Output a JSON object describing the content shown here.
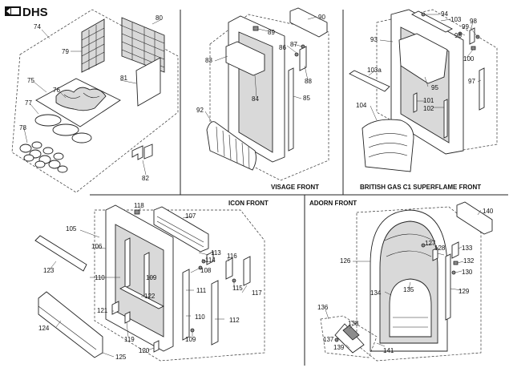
{
  "logo": {
    "text": "DHS",
    "color": "#111111"
  },
  "sections": {
    "visage": "VISAGE FRONT",
    "british_gas": "BRITISH GAS C1 SUPERFLAME FRONT",
    "icon": "ICON FRONT",
    "adorn": "ADORN FRONT"
  },
  "parts": {
    "p74": "74",
    "p75": "75",
    "p76": "76",
    "p77": "77",
    "p78": "78",
    "p79": "79",
    "p80": "80",
    "p81": "81",
    "p82": "82",
    "p83": "83",
    "p84": "84",
    "p85": "85",
    "p86": "86",
    "p87": "87",
    "p88": "88",
    "p89": "89",
    "p90": "90",
    "p92": "92",
    "p93": "93",
    "p94": "94",
    "p95": "95",
    "p96": "96",
    "p97": "97",
    "p98": "98",
    "p99": "99",
    "p100": "100",
    "p101": "101",
    "p102": "102",
    "p103": "103",
    "p103a": "103a",
    "p104": "104",
    "p105": "105",
    "p106": "106",
    "p107": "107",
    "p108": "108",
    "p109a": "109",
    "p109b": "109",
    "p110a": "110",
    "p110b": "110",
    "p111": "111",
    "p112": "112",
    "p113": "113",
    "p114": "114",
    "p115": "115",
    "p116": "116",
    "p117": "117",
    "p118": "118",
    "p119": "119",
    "p120": "120",
    "p121": "121",
    "p122": "122",
    "p123": "123",
    "p124": "124",
    "p125": "125",
    "p126": "126",
    "p127": "127",
    "p128": "128",
    "p129": "129",
    "p130": "130",
    "p132": "132",
    "p133": "133",
    "p134": "134",
    "p135": "135",
    "p136": "136",
    "p137": "137",
    "p138": "138",
    "p139": "139",
    "p140": "140",
    "p141": "141"
  }
}
